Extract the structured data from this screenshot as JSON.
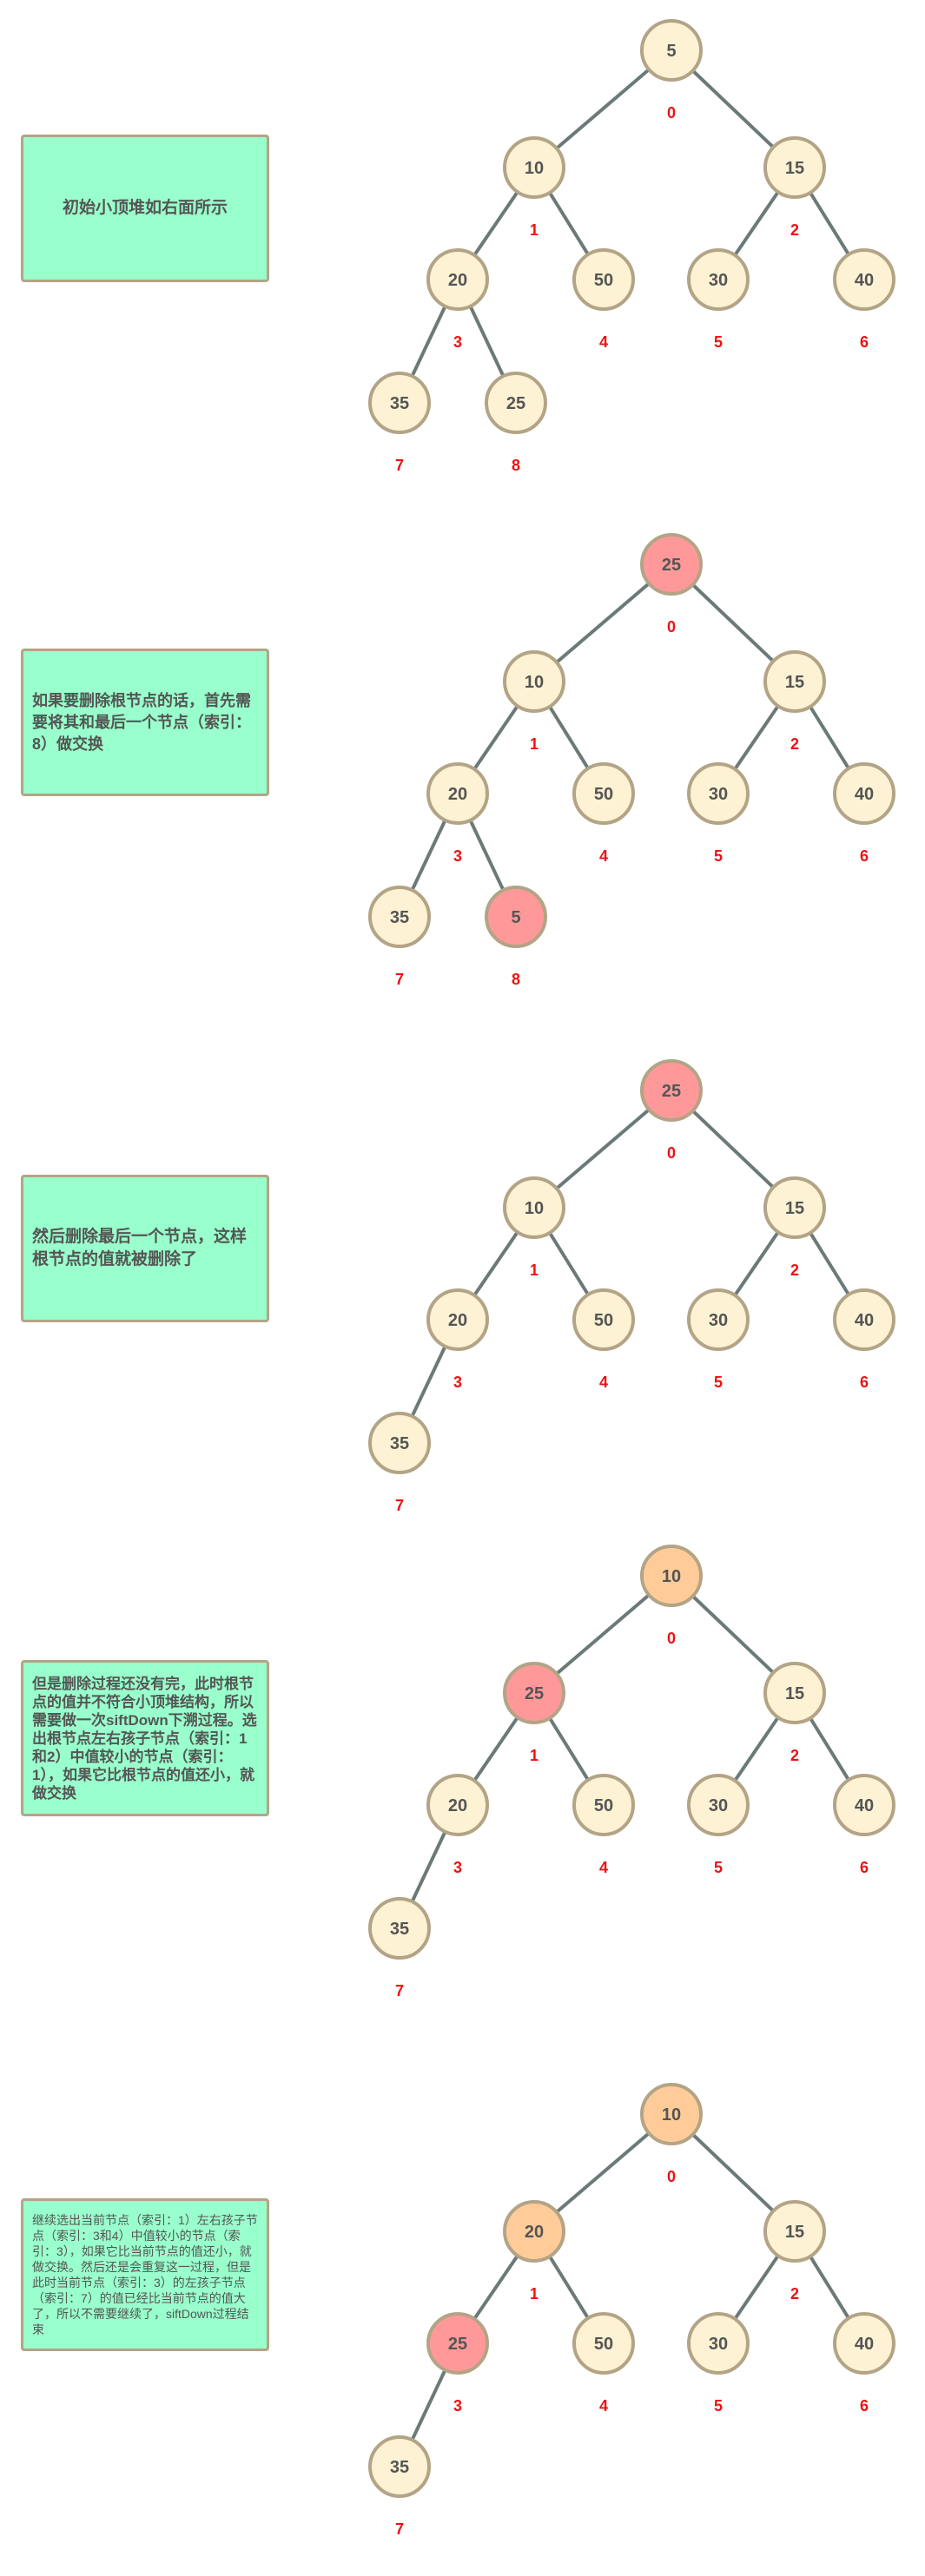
{
  "colors": {
    "node_normal": "#fdf2d3",
    "node_red": "#ff9999",
    "node_orange": "#ffcc99",
    "node_border": "#b3a486",
    "edge": "#6b7a79",
    "index": "#ee1111",
    "note_bg": "#99ffcc",
    "note_text": "#555555"
  },
  "panels": [
    {
      "note": "初始小顶堆如右面所示",
      "nodes": [
        {
          "value": "5",
          "index": "0",
          "color": "normal"
        },
        {
          "value": "10",
          "index": "1",
          "color": "normal"
        },
        {
          "value": "15",
          "index": "2",
          "color": "normal"
        },
        {
          "value": "20",
          "index": "3",
          "color": "normal"
        },
        {
          "value": "50",
          "index": "4",
          "color": "normal"
        },
        {
          "value": "30",
          "index": "5",
          "color": "normal"
        },
        {
          "value": "40",
          "index": "6",
          "color": "normal"
        },
        {
          "value": "35",
          "index": "7",
          "color": "normal"
        },
        {
          "value": "25",
          "index": "8",
          "color": "normal"
        }
      ]
    },
    {
      "note": "如果要删除根节点的话，首先需要将其和最后一个节点（索引：8）做交换",
      "nodes": [
        {
          "value": "25",
          "index": "0",
          "color": "red"
        },
        {
          "value": "10",
          "index": "1",
          "color": "normal"
        },
        {
          "value": "15",
          "index": "2",
          "color": "normal"
        },
        {
          "value": "20",
          "index": "3",
          "color": "normal"
        },
        {
          "value": "50",
          "index": "4",
          "color": "normal"
        },
        {
          "value": "30",
          "index": "5",
          "color": "normal"
        },
        {
          "value": "40",
          "index": "6",
          "color": "normal"
        },
        {
          "value": "35",
          "index": "7",
          "color": "normal"
        },
        {
          "value": "5",
          "index": "8",
          "color": "red"
        }
      ]
    },
    {
      "note": "然后删除最后一个节点，这样根节点的值就被删除了",
      "nodes": [
        {
          "value": "25",
          "index": "0",
          "color": "red"
        },
        {
          "value": "10",
          "index": "1",
          "color": "normal"
        },
        {
          "value": "15",
          "index": "2",
          "color": "normal"
        },
        {
          "value": "20",
          "index": "3",
          "color": "normal"
        },
        {
          "value": "50",
          "index": "4",
          "color": "normal"
        },
        {
          "value": "30",
          "index": "5",
          "color": "normal"
        },
        {
          "value": "40",
          "index": "6",
          "color": "normal"
        },
        {
          "value": "35",
          "index": "7",
          "color": "normal"
        }
      ]
    },
    {
      "note": "但是删除过程还没有完，此时根节点的值并不符合小顶堆结构，所以需要做一次siftDown下溯过程。选出根节点左右孩子节点（索引：1和2）中值较小的节点（索引：1），如果它比根节点的值还小，就做交换",
      "nodes": [
        {
          "value": "10",
          "index": "0",
          "color": "orange"
        },
        {
          "value": "25",
          "index": "1",
          "color": "red"
        },
        {
          "value": "15",
          "index": "2",
          "color": "normal"
        },
        {
          "value": "20",
          "index": "3",
          "color": "normal"
        },
        {
          "value": "50",
          "index": "4",
          "color": "normal"
        },
        {
          "value": "30",
          "index": "5",
          "color": "normal"
        },
        {
          "value": "40",
          "index": "6",
          "color": "normal"
        },
        {
          "value": "35",
          "index": "7",
          "color": "normal"
        }
      ]
    },
    {
      "note": "继续选出当前节点（索引：1）左右孩子节点（索引：3和4）中值较小的节点（索引：3），如果它比当前节点的值还小，就做交换。然后还是会重复这一过程，但是此时当前节点（索引：3）的左孩子节点（索引：7）的值已经比当前节点的值大了，所以不需要继续了，siftDown过程结束",
      "nodes": [
        {
          "value": "10",
          "index": "0",
          "color": "orange"
        },
        {
          "value": "20",
          "index": "1",
          "color": "orange"
        },
        {
          "value": "15",
          "index": "2",
          "color": "normal"
        },
        {
          "value": "25",
          "index": "3",
          "color": "red"
        },
        {
          "value": "50",
          "index": "4",
          "color": "normal"
        },
        {
          "value": "30",
          "index": "5",
          "color": "normal"
        },
        {
          "value": "40",
          "index": "6",
          "color": "normal"
        },
        {
          "value": "35",
          "index": "7",
          "color": "normal"
        }
      ]
    }
  ]
}
